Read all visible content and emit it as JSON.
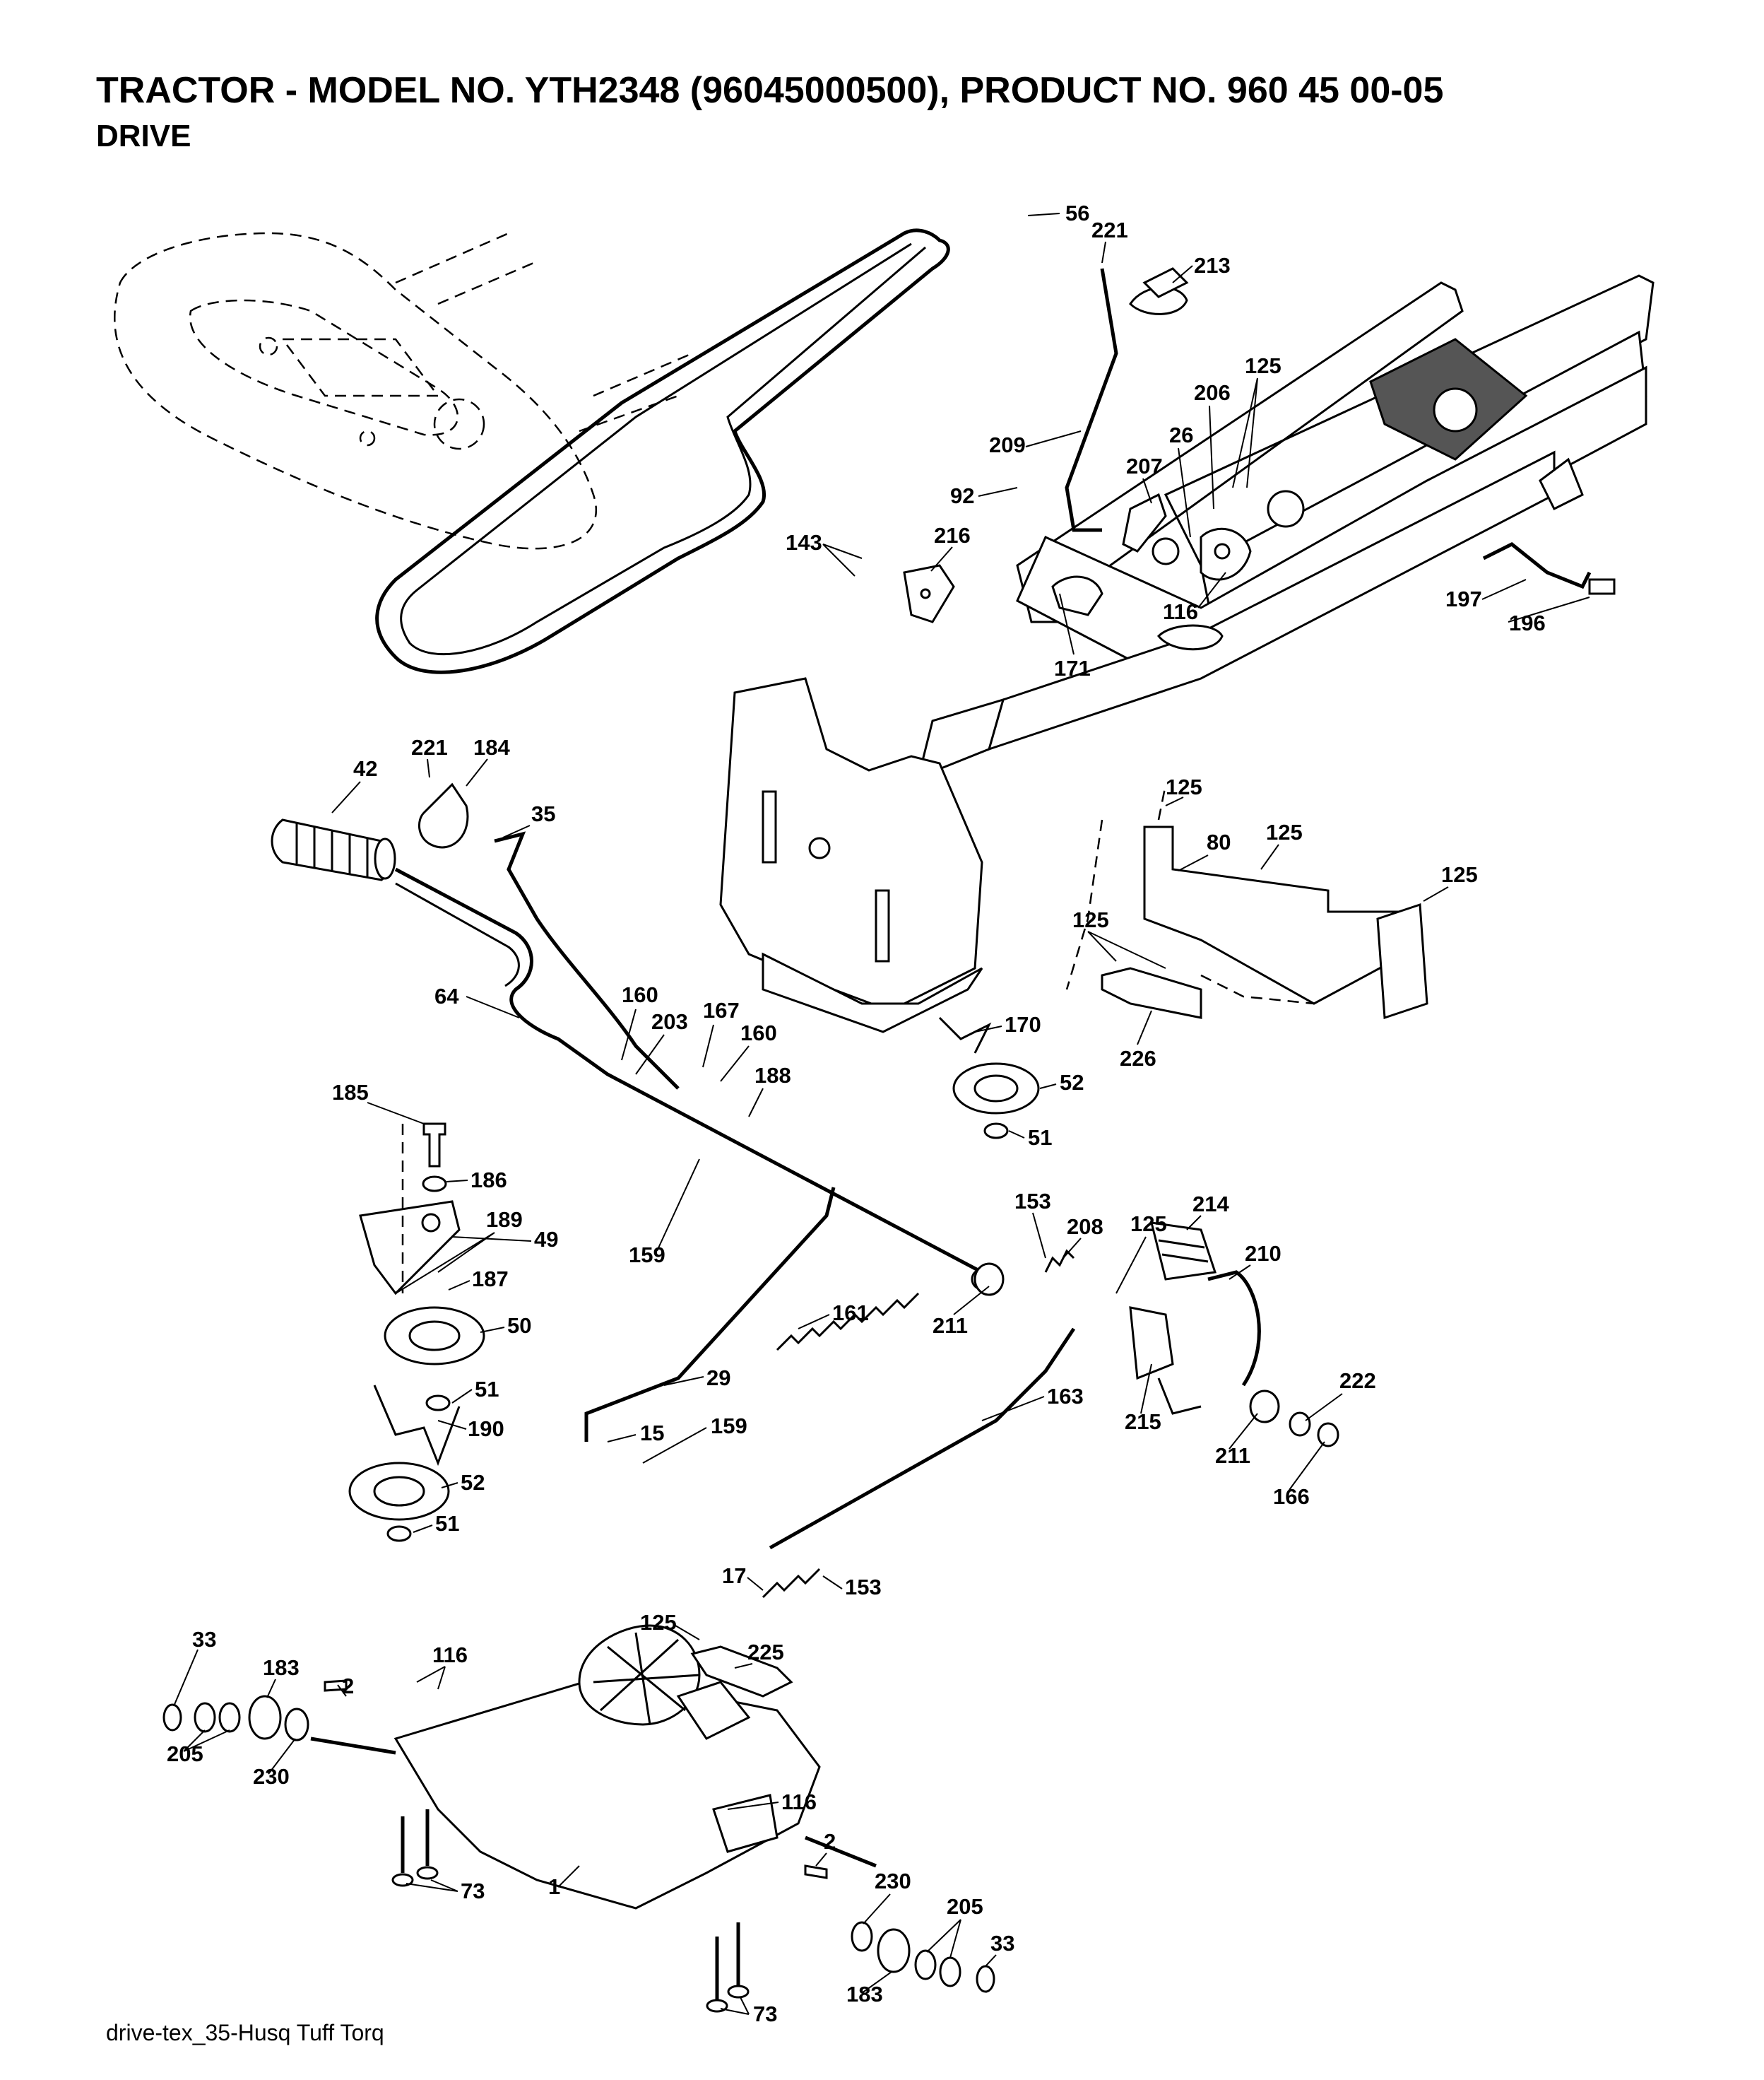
{
  "header": {
    "title": "TRACTOR - MODEL NO. YTH2348 (96045000500), PRODUCT NO. 960 45 00-05",
    "subtitle": "DRIVE"
  },
  "footer": {
    "reference": "drive-tex_35-Husq Tuff Torq"
  },
  "callouts": [
    "56",
    "221",
    "213",
    "125",
    "206",
    "209",
    "26",
    "207",
    "92",
    "143",
    "216",
    "116",
    "197",
    "196",
    "171",
    "221",
    "184",
    "42",
    "35",
    "125",
    "80",
    "125",
    "125",
    "125",
    "226",
    "64",
    "160",
    "203",
    "167",
    "160",
    "188",
    "170",
    "52",
    "51",
    "185",
    "186",
    "189",
    "49",
    "187",
    "50",
    "51",
    "190",
    "52",
    "51",
    "159",
    "161",
    "29",
    "15",
    "159",
    "211",
    "153",
    "208",
    "125",
    "214",
    "210",
    "163",
    "215",
    "211",
    "222",
    "166",
    "17",
    "153",
    "125",
    "225",
    "33",
    "183",
    "2",
    "116",
    "205",
    "230",
    "116",
    "2",
    "230",
    "205",
    "33",
    "1",
    "73",
    "183",
    "73"
  ]
}
